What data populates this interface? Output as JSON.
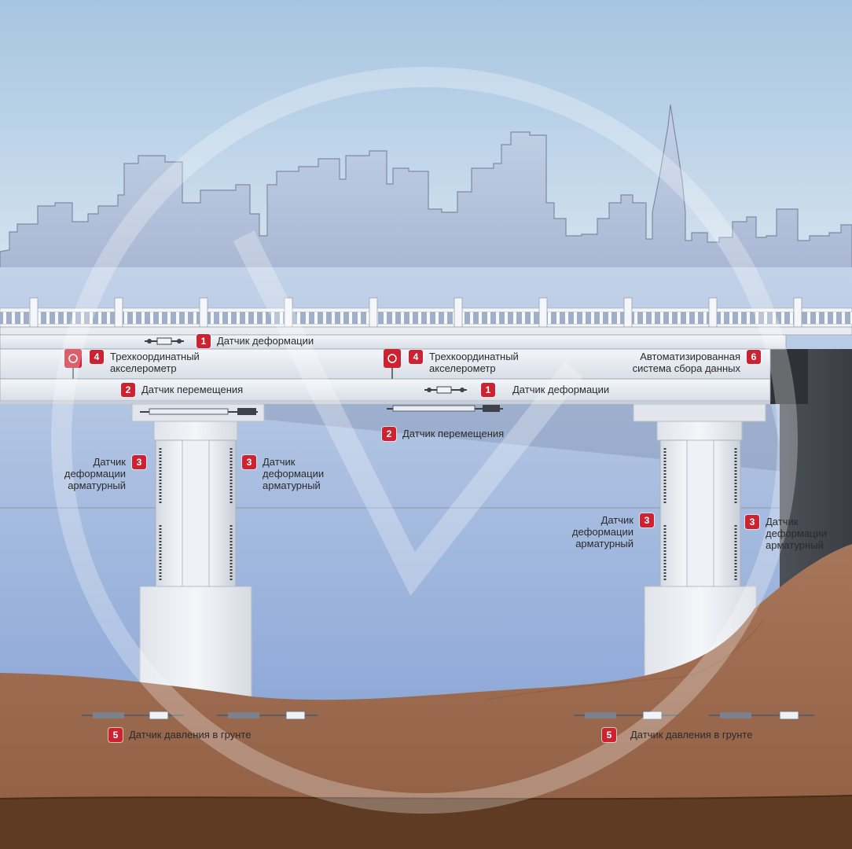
{
  "colors": {
    "sensor_badge": "#cc2333",
    "sky_top": "#bcd3ea",
    "water": "#9eb8dd",
    "ground": "#a06e52",
    "bedrock": "#5a3a22"
  },
  "icons": {
    "accelerometer": "accelerometer-icon",
    "strain_gauge": "strain-gauge-icon",
    "pressure_cell": "pressure-cell-icon"
  },
  "callouts": [
    {
      "id": "deformation-top",
      "number": "1",
      "lines": [
        "Датчик  деформации"
      ]
    },
    {
      "id": "accelerometer-left",
      "number": "4",
      "lines": [
        "Трехкоординатный",
        "акселерометр"
      ]
    },
    {
      "id": "accelerometer-center",
      "number": "4",
      "lines": [
        "Трехкоординатный",
        "акселерометр"
      ]
    },
    {
      "id": "data-system",
      "number": "6",
      "lines": [
        "Автоматизированная",
        "система сбора данных"
      ]
    },
    {
      "id": "displacement-beam",
      "number": "2",
      "lines": [
        "Датчик перемещения"
      ]
    },
    {
      "id": "deformation-beam",
      "number": "1",
      "lines": [
        "Датчик  деформации"
      ]
    },
    {
      "id": "displacement-under",
      "number": "2",
      "lines": [
        "Датчик перемещения"
      ]
    },
    {
      "id": "rebar-left-a",
      "number": "3",
      "lines": [
        "Датчик",
        "деформации",
        "арматурный"
      ]
    },
    {
      "id": "rebar-left-b",
      "number": "3",
      "lines": [
        "Датчик",
        "деформации",
        "арматурный"
      ]
    },
    {
      "id": "rebar-right-a",
      "number": "3",
      "lines": [
        "Датчик",
        "деформации",
        "арматурный"
      ]
    },
    {
      "id": "rebar-right-b",
      "number": "3",
      "lines": [
        "Датчик",
        "деформации",
        "арматурный"
      ]
    },
    {
      "id": "soil-pressure-left",
      "number": "5",
      "lines": [
        "Датчик давления в грунте"
      ]
    },
    {
      "id": "soil-pressure-right",
      "number": "5",
      "lines": [
        "Датчик давления в грунте"
      ]
    }
  ]
}
